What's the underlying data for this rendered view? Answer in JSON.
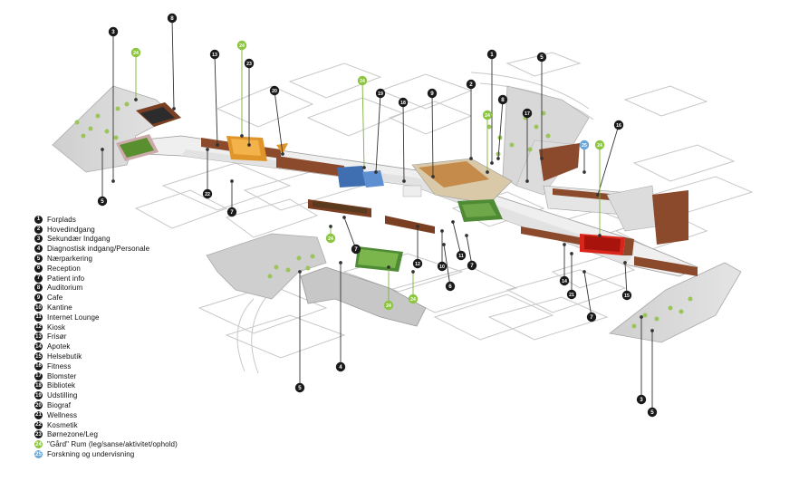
{
  "legend": [
    {
      "num": "1",
      "label": "Forplads",
      "kind": "dark"
    },
    {
      "num": "2",
      "label": "Hovedindgang",
      "kind": "dark"
    },
    {
      "num": "3",
      "label": "Sekundær Indgang",
      "kind": "dark"
    },
    {
      "num": "4",
      "label": "Diagnostisk indgang/Personale",
      "kind": "dark"
    },
    {
      "num": "5",
      "label": "Nærparkering",
      "kind": "dark"
    },
    {
      "num": "6",
      "label": "Reception",
      "kind": "dark"
    },
    {
      "num": "7",
      "label": "Patient info",
      "kind": "dark"
    },
    {
      "num": "8",
      "label": "Auditorium",
      "kind": "dark"
    },
    {
      "num": "9",
      "label": "Cafe",
      "kind": "dark"
    },
    {
      "num": "10",
      "label": "Kantine",
      "kind": "dark"
    },
    {
      "num": "11",
      "label": "Internet Lounge",
      "kind": "dark"
    },
    {
      "num": "12",
      "label": "Kiosk",
      "kind": "dark"
    },
    {
      "num": "13",
      "label": "Frisør",
      "kind": "dark"
    },
    {
      "num": "14",
      "label": "Apotek",
      "kind": "dark"
    },
    {
      "num": "15",
      "label": "Helsebutik",
      "kind": "dark"
    },
    {
      "num": "16",
      "label": "Fitness",
      "kind": "dark"
    },
    {
      "num": "17",
      "label": "Blomster",
      "kind": "dark"
    },
    {
      "num": "18",
      "label": "Bibliotek",
      "kind": "dark"
    },
    {
      "num": "19",
      "label": "Udstilling",
      "kind": "dark"
    },
    {
      "num": "20",
      "label": "Biograf",
      "kind": "dark"
    },
    {
      "num": "21",
      "label": "Wellness",
      "kind": "dark"
    },
    {
      "num": "22",
      "label": "Kosmetik",
      "kind": "dark"
    },
    {
      "num": "23",
      "label": "Børnezone/Leg",
      "kind": "dark"
    },
    {
      "num": "24",
      "label": "\"Gård\" Rum (leg/sanse/aktivitet/ophold)",
      "kind": "green"
    },
    {
      "num": "25",
      "label": "Forskning og undervisning",
      "kind": "blue"
    }
  ],
  "callouts": [
    {
      "num": "3",
      "kind": "dark"
    },
    {
      "num": "24",
      "kind": "green"
    },
    {
      "num": "8",
      "kind": "dark"
    },
    {
      "num": "13",
      "kind": "dark"
    },
    {
      "num": "24",
      "kind": "green"
    },
    {
      "num": "23",
      "kind": "dark"
    },
    {
      "num": "20",
      "kind": "dark"
    },
    {
      "num": "24",
      "kind": "green"
    },
    {
      "num": "19",
      "kind": "dark"
    },
    {
      "num": "18",
      "kind": "dark"
    },
    {
      "num": "9",
      "kind": "dark"
    },
    {
      "num": "2",
      "kind": "dark"
    },
    {
      "num": "1",
      "kind": "dark"
    },
    {
      "num": "5",
      "kind": "dark"
    },
    {
      "num": "8",
      "kind": "dark"
    },
    {
      "num": "17",
      "kind": "dark"
    },
    {
      "num": "24",
      "kind": "green"
    },
    {
      "num": "16",
      "kind": "dark"
    },
    {
      "num": "25",
      "kind": "blue"
    },
    {
      "num": "24",
      "kind": "green"
    },
    {
      "num": "5",
      "kind": "dark"
    },
    {
      "num": "22",
      "kind": "dark"
    },
    {
      "num": "7",
      "kind": "dark"
    },
    {
      "num": "24",
      "kind": "green"
    },
    {
      "num": "7",
      "kind": "dark"
    },
    {
      "num": "12",
      "kind": "dark"
    },
    {
      "num": "10",
      "kind": "dark"
    },
    {
      "num": "11",
      "kind": "dark"
    },
    {
      "num": "6",
      "kind": "dark"
    },
    {
      "num": "7",
      "kind": "dark"
    },
    {
      "num": "24",
      "kind": "green"
    },
    {
      "num": "24",
      "kind": "green"
    },
    {
      "num": "14",
      "kind": "dark"
    },
    {
      "num": "21",
      "kind": "dark"
    },
    {
      "num": "15",
      "kind": "dark"
    },
    {
      "num": "7",
      "kind": "dark"
    },
    {
      "num": "5",
      "kind": "dark"
    },
    {
      "num": "4",
      "kind": "dark"
    },
    {
      "num": "3",
      "kind": "dark"
    },
    {
      "num": "5",
      "kind": "dark"
    }
  ],
  "colors": {
    "dark_marker": "#1a1a1a",
    "green_marker": "#8cc63f",
    "blue_marker": "#6aa6d8",
    "brick": "#8b4a2b",
    "glass": "#3f6fb0",
    "highlight_red": "#d8261c",
    "garden": "#4f8a35",
    "cafe": "#c48b4a",
    "kids_orange": "#e0952a"
  }
}
